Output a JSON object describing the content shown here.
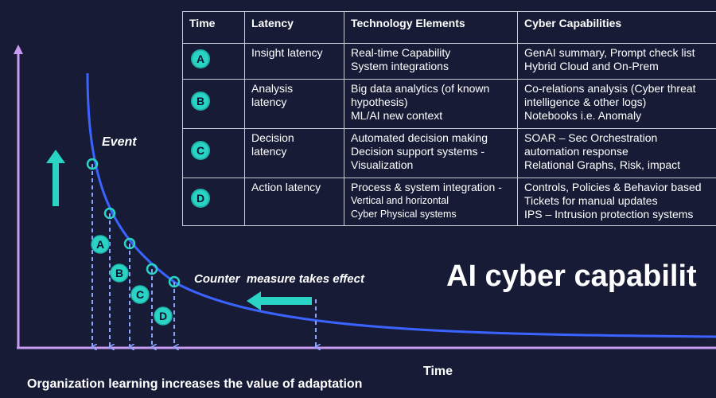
{
  "table": {
    "headers": [
      "Time",
      "Latency",
      "Technology Elements",
      "Cyber Capabilities"
    ],
    "rows": [
      {
        "badge": "A",
        "latency": [
          "Insight latency"
        ],
        "technology": [
          "Real-time Capability",
          "System integrations"
        ],
        "capabilities": [
          "GenAI summary, Prompt check list",
          "Hybrid Cloud and On-Prem"
        ]
      },
      {
        "badge": "B",
        "latency": [
          "Analysis",
          "latency"
        ],
        "technology": [
          "Big data analytics (of known",
          "hypothesis)",
          "ML/AI new context"
        ],
        "capabilities": [
          "Co-relations analysis (Cyber threat",
          "intelligence & other logs)",
          "Notebooks i.e. Anomaly"
        ]
      },
      {
        "badge": "C",
        "latency": [
          "Decision",
          "latency"
        ],
        "technology": [
          "Automated decision making",
          "Decision support systems -",
          "Visualization"
        ],
        "capabilities": [
          "SOAR – Sec Orchestration",
          "automation response",
          "Relational Graphs, Risk, impact"
        ]
      },
      {
        "badge": "D",
        "latency": [
          "Action latency"
        ],
        "technology": [
          "Process & system integration -",
          "Vertical and horizontal",
          "Cyber Physical systems"
        ],
        "capabilities": [
          "Controls, Policies & Behavior based",
          "Tickets for manual updates",
          "IPS – Intrusion protection systems"
        ]
      }
    ]
  },
  "diagram": {
    "event_label": "Event",
    "countermeasure_label": "Counter  measure takes effect",
    "x_axis_label": "Time",
    "title": "AI cyber capabilit",
    "footer": "Organization learning increases the value of adaptation",
    "markers": [
      "A",
      "B",
      "C",
      "D"
    ]
  },
  "colors": {
    "background": "#171b36",
    "curve": "#3a63ff",
    "axis": "#c79bf2",
    "accent": "#2ad4c5",
    "dashed": "#8aa3ff"
  }
}
